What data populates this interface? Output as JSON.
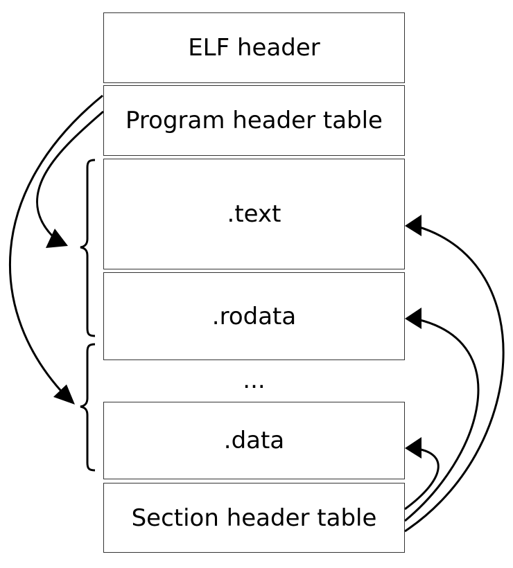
{
  "blocks": {
    "elf_header": "ELF header",
    "program_header_table": "Program header table",
    "text": ".text",
    "rodata": ".rodata",
    "ellipsis": "...",
    "data": ".data",
    "section_header_table": "Section header table"
  }
}
